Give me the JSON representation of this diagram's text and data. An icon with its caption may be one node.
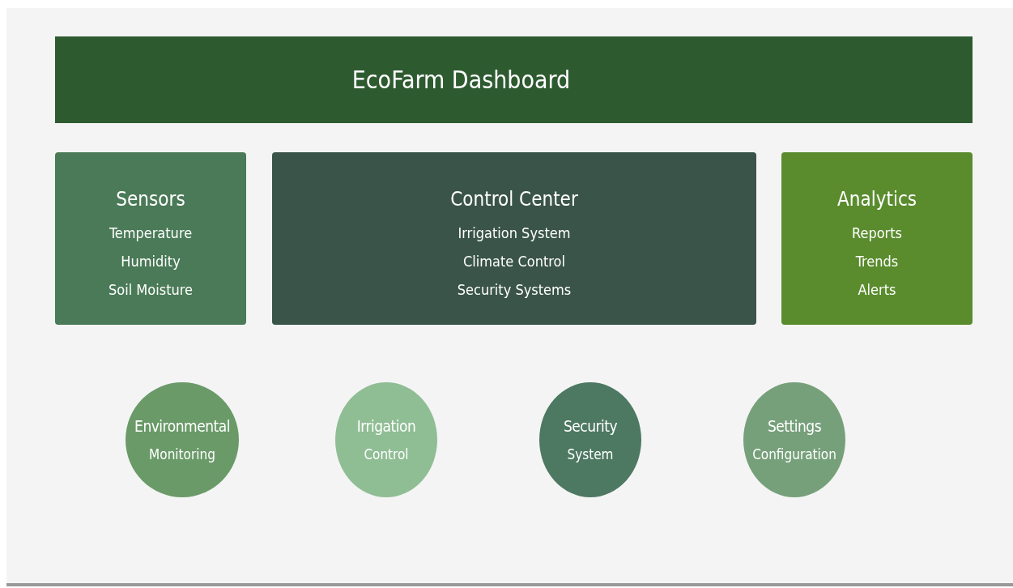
{
  "diagram": {
    "nodes": [
      {
        "text": [
          "EcoFarm Dashboard"
        ]
      },
      {
        "text": [
          "Sensors",
          "Temperature",
          "Humidity",
          "Soil Moisture"
        ]
      },
      {
        "text": [
          "Control Center",
          "Irrigation System",
          "Climate Control",
          "Security Systems"
        ]
      },
      {
        "text": [
          "Analytics",
          "Reports",
          "Trends",
          "Alerts"
        ]
      },
      {
        "text": [
          "Environmental",
          "Monitoring"
        ]
      },
      {
        "text": [
          "Irrigation",
          "Control"
        ]
      },
      {
        "text": [
          "Security",
          "System"
        ]
      },
      {
        "text": [
          "Settings",
          "Configuration"
        ]
      }
    ]
  }
}
